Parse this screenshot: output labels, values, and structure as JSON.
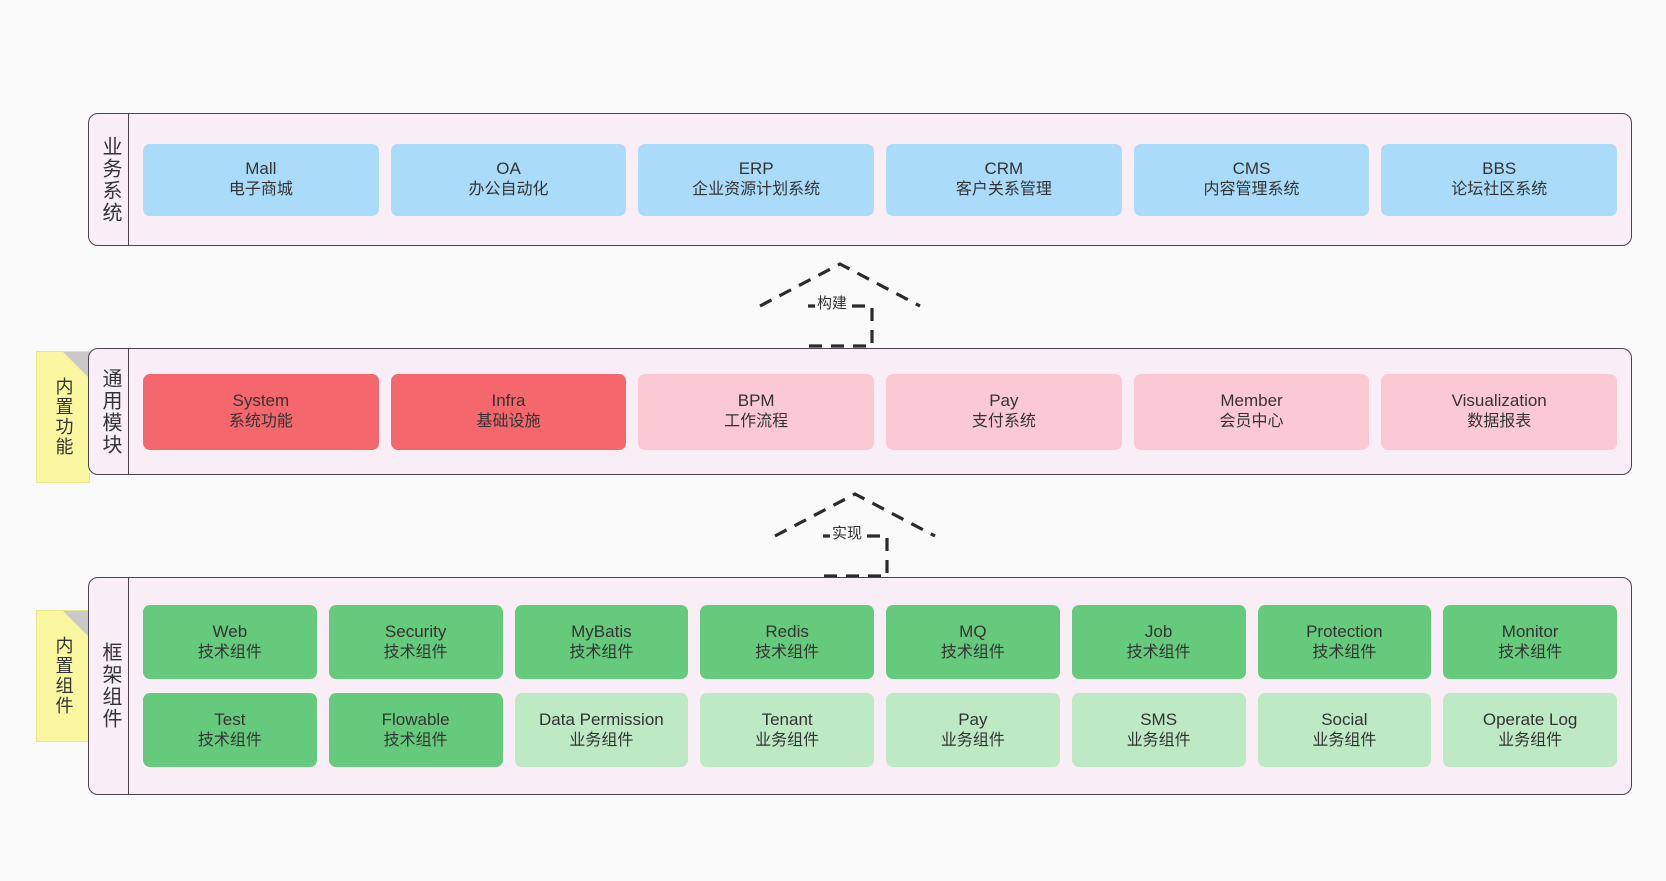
{
  "layers": [
    {
      "id": "business",
      "label": "业务系统",
      "cards": [
        {
          "title": "Mall",
          "subtitle": "电子商城",
          "color": "#aadcfa",
          "tone": "blue"
        },
        {
          "title": "OA",
          "subtitle": "办公自动化",
          "color": "#aadcfa",
          "tone": "blue"
        },
        {
          "title": "ERP",
          "subtitle": "企业资源计划系统",
          "color": "#aadcfa",
          "tone": "blue"
        },
        {
          "title": "CRM",
          "subtitle": "客户关系管理",
          "color": "#aadcfa",
          "tone": "blue"
        },
        {
          "title": "CMS",
          "subtitle": "内容管理系统",
          "color": "#aadcfa",
          "tone": "blue"
        },
        {
          "title": "BBS",
          "subtitle": "论坛社区系统",
          "color": "#aadcfa",
          "tone": "blue"
        }
      ]
    },
    {
      "id": "common",
      "label": "通用模块",
      "sticky": "内置功能",
      "cards": [
        {
          "title": "System",
          "subtitle": "系统功能",
          "color": "#f4676d",
          "tone": "red"
        },
        {
          "title": "Infra",
          "subtitle": "基础设施",
          "color": "#f4676d",
          "tone": "red"
        },
        {
          "title": "BPM",
          "subtitle": "工作流程",
          "color": "#fbc9d4",
          "tone": "pink"
        },
        {
          "title": "Pay",
          "subtitle": "支付系统",
          "color": "#fbc9d4",
          "tone": "pink"
        },
        {
          "title": "Member",
          "subtitle": "会员中心",
          "color": "#fbc9d4",
          "tone": "pink"
        },
        {
          "title": "Visualization",
          "subtitle": "数据报表",
          "color": "#fbc9d4",
          "tone": "pink"
        }
      ]
    },
    {
      "id": "framework",
      "label": "框架组件",
      "sticky": "内置组件",
      "rows": [
        [
          {
            "title": "Web",
            "subtitle": "技术组件",
            "color": "#66ca7d",
            "tone": "green"
          },
          {
            "title": "Security",
            "subtitle": "技术组件",
            "color": "#66ca7d",
            "tone": "green"
          },
          {
            "title": "MyBatis",
            "subtitle": "技术组件",
            "color": "#66ca7d",
            "tone": "green"
          },
          {
            "title": "Redis",
            "subtitle": "技术组件",
            "color": "#66ca7d",
            "tone": "green"
          },
          {
            "title": "MQ",
            "subtitle": "技术组件",
            "color": "#66ca7d",
            "tone": "green"
          },
          {
            "title": "Job",
            "subtitle": "技术组件",
            "color": "#66ca7d",
            "tone": "green"
          },
          {
            "title": "Protection",
            "subtitle": "技术组件",
            "color": "#66ca7d",
            "tone": "green"
          },
          {
            "title": "Monitor",
            "subtitle": "技术组件",
            "color": "#66ca7d",
            "tone": "green"
          }
        ],
        [
          {
            "title": "Test",
            "subtitle": "技术组件",
            "color": "#66ca7d",
            "tone": "green"
          },
          {
            "title": "Flowable",
            "subtitle": "技术组件",
            "color": "#66ca7d",
            "tone": "green"
          },
          {
            "title": "Data Permission",
            "subtitle": "业务组件",
            "color": "#bde9c5",
            "tone": "lightgreen"
          },
          {
            "title": "Tenant",
            "subtitle": "业务组件",
            "color": "#bde9c5",
            "tone": "lightgreen"
          },
          {
            "title": "Pay",
            "subtitle": "业务组件",
            "color": "#bde9c5",
            "tone": "lightgreen"
          },
          {
            "title": "SMS",
            "subtitle": "业务组件",
            "color": "#bde9c5",
            "tone": "lightgreen"
          },
          {
            "title": "Social",
            "subtitle": "业务组件",
            "color": "#bde9c5",
            "tone": "lightgreen"
          },
          {
            "title": "Operate Log",
            "subtitle": "业务组件",
            "color": "#bde9c5",
            "tone": "lightgreen"
          }
        ]
      ]
    }
  ],
  "arrows": [
    {
      "id": "build",
      "label": "构建",
      "from": "common",
      "to": "business"
    },
    {
      "id": "impl",
      "label": "实现",
      "from": "framework",
      "to": "common"
    }
  ],
  "colors": {
    "band_fill": "#faeef6",
    "band_border": "#4a4450",
    "sticky_fill": "#fbf7a0",
    "sticky_fold": "#c9c9c9",
    "canvas": "#fafafa",
    "text": "#333333"
  }
}
